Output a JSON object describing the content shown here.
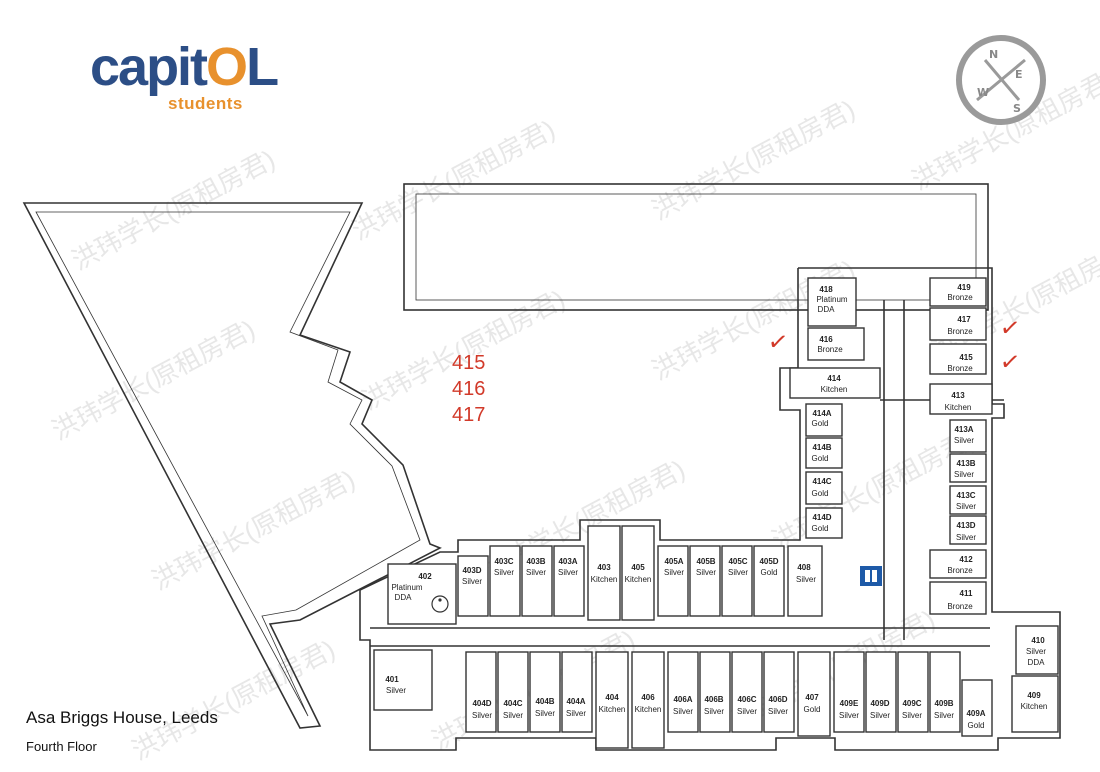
{
  "brand": {
    "name_prefix": "capit",
    "name_o": "O",
    "name_suffix": "L",
    "tagline": "students"
  },
  "compass_labels": {
    "n": "N",
    "e": "E",
    "s": "S",
    "w": "W"
  },
  "building": {
    "name": "Asa Briggs House, Leeds",
    "floor": "Fourth Floor"
  },
  "annotations": {
    "rooms": [
      "415",
      "416",
      "417"
    ],
    "checkmark": "✓"
  },
  "watermark": "洪玮学长(原租房君)",
  "rooms": [
    {
      "id": "418",
      "lines": [
        "418",
        "Platinum",
        "DDA"
      ]
    },
    {
      "id": "419",
      "lines": [
        "419",
        "Bronze"
      ]
    },
    {
      "id": "417",
      "lines": [
        "417",
        "Bronze"
      ]
    },
    {
      "id": "416",
      "lines": [
        "416",
        "Bronze"
      ]
    },
    {
      "id": "415",
      "lines": [
        "415",
        "Bronze"
      ]
    },
    {
      "id": "414",
      "lines": [
        "414",
        "Kitchen"
      ]
    },
    {
      "id": "413",
      "lines": [
        "413",
        "Kitchen"
      ]
    },
    {
      "id": "414A",
      "lines": [
        "414A",
        "Gold"
      ]
    },
    {
      "id": "414B",
      "lines": [
        "414B",
        "Gold"
      ]
    },
    {
      "id": "414C",
      "lines": [
        "414C",
        "Gold"
      ]
    },
    {
      "id": "414D",
      "lines": [
        "414D",
        "Gold"
      ]
    },
    {
      "id": "413A",
      "lines": [
        "413A",
        "Silver"
      ]
    },
    {
      "id": "413B",
      "lines": [
        "413B",
        "Silver"
      ]
    },
    {
      "id": "413C",
      "lines": [
        "413C",
        "Silver"
      ]
    },
    {
      "id": "413D",
      "lines": [
        "413D",
        "Silver"
      ]
    },
    {
      "id": "412",
      "lines": [
        "412",
        "Bronze"
      ]
    },
    {
      "id": "411",
      "lines": [
        "411",
        "Bronze"
      ]
    },
    {
      "id": "402",
      "lines": [
        "402",
        "Platinum",
        "DDA"
      ]
    },
    {
      "id": "403D",
      "lines": [
        "403D",
        "Silver"
      ]
    },
    {
      "id": "403C",
      "lines": [
        "403C",
        "Silver"
      ]
    },
    {
      "id": "403B",
      "lines": [
        "403B",
        "Silver"
      ]
    },
    {
      "id": "403A",
      "lines": [
        "403A",
        "Silver"
      ]
    },
    {
      "id": "403",
      "lines": [
        "403",
        "Kitchen"
      ]
    },
    {
      "id": "405",
      "lines": [
        "405",
        "Kitchen"
      ]
    },
    {
      "id": "405A",
      "lines": [
        "405A",
        "Silver"
      ]
    },
    {
      "id": "405B",
      "lines": [
        "405B",
        "Silver"
      ]
    },
    {
      "id": "405C",
      "lines": [
        "405C",
        "Silver"
      ]
    },
    {
      "id": "405D",
      "lines": [
        "405D",
        "Gold"
      ]
    },
    {
      "id": "408",
      "lines": [
        "408",
        "Silver"
      ]
    },
    {
      "id": "401",
      "lines": [
        "401",
        "Silver"
      ]
    },
    {
      "id": "404D",
      "lines": [
        "404D",
        "Silver"
      ]
    },
    {
      "id": "404C",
      "lines": [
        "404C",
        "Silver"
      ]
    },
    {
      "id": "404B",
      "lines": [
        "404B",
        "Silver"
      ]
    },
    {
      "id": "404A",
      "lines": [
        "404A",
        "Silver"
      ]
    },
    {
      "id": "404",
      "lines": [
        "404",
        "Kitchen"
      ]
    },
    {
      "id": "406",
      "lines": [
        "406",
        "Kitchen"
      ]
    },
    {
      "id": "406A",
      "lines": [
        "406A",
        "Silver"
      ]
    },
    {
      "id": "406B",
      "lines": [
        "406B",
        "Silver"
      ]
    },
    {
      "id": "406C",
      "lines": [
        "406C",
        "Silver"
      ]
    },
    {
      "id": "406D",
      "lines": [
        "406D",
        "Silver"
      ]
    },
    {
      "id": "407",
      "lines": [
        "407",
        "Gold"
      ]
    },
    {
      "id": "409E",
      "lines": [
        "409E",
        "Silver"
      ]
    },
    {
      "id": "409D",
      "lines": [
        "409D",
        "Silver"
      ]
    },
    {
      "id": "409C",
      "lines": [
        "409C",
        "Silver"
      ]
    },
    {
      "id": "409B",
      "lines": [
        "409B",
        "Silver"
      ]
    },
    {
      "id": "409A",
      "lines": [
        "409A",
        "Gold"
      ]
    },
    {
      "id": "409",
      "lines": [
        "409",
        "Kitchen"
      ]
    },
    {
      "id": "410",
      "lines": [
        "410",
        "Silver",
        "DDA"
      ]
    }
  ]
}
